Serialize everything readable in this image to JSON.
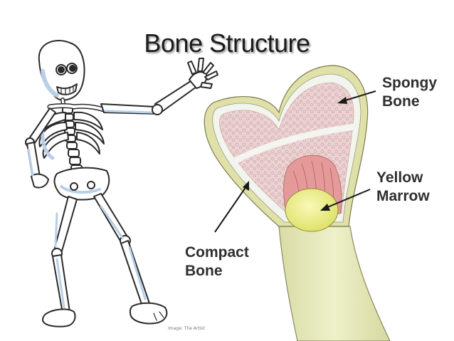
{
  "title": "Bone Structure",
  "labels": {
    "spongy": [
      "Spongy",
      "Bone"
    ],
    "yellow": [
      "Yellow",
      "Marrow"
    ],
    "compact": [
      "Compact",
      "Bone"
    ]
  },
  "credit": "Image: The Artist",
  "colors": {
    "bone_shaft": "#e2e4b6",
    "compact_outer": "#dddfa6",
    "compact_white": "#f2f4ee",
    "spongy": "#ecd3d3",
    "red_marrow": "#e59a9a",
    "yellow_marrow": "#eef08a",
    "skeleton_fill": "#ffffff",
    "skeleton_shade": "#b9cfe8",
    "outline": "#2a2a2a"
  }
}
